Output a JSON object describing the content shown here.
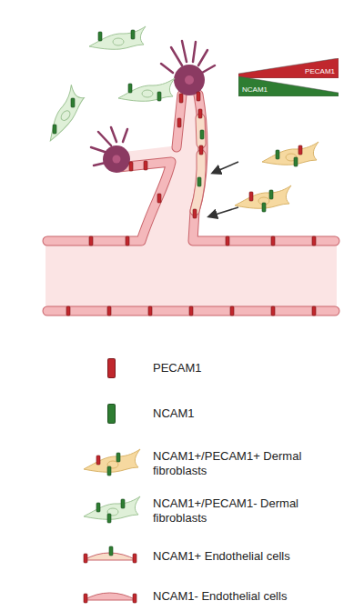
{
  "diagram": {
    "nodes": [
      {
        "text": [
          "PECAM1"
        ]
      },
      {
        "text": [
          "NCAM1"
        ]
      }
    ],
    "legend": [
      {
        "text": "PECAM1",
        "color": "#c0272d"
      },
      {
        "text": "NCAM1",
        "color": "#2e7d32"
      },
      {
        "text": "NCAM1+/PECAM1+ Dermal fibroblasts"
      },
      {
        "text": "NCAM1+/PECAM1- Dermal fibroblasts"
      },
      {
        "text": "NCAM1+ Endothelial cells"
      },
      {
        "text": "NCAM1- Endothelial cells"
      }
    ]
  }
}
